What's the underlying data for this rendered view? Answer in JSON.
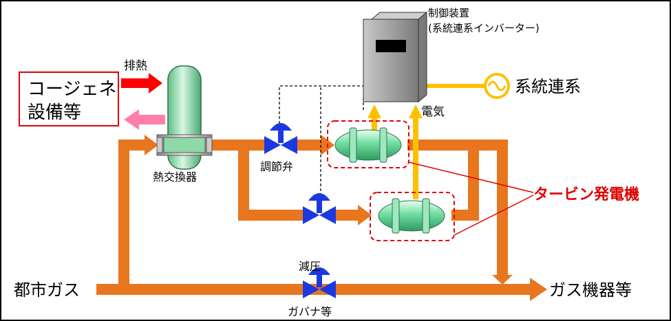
{
  "labels": {
    "cogeneration": [
      "コージェネ",
      "設備等"
    ],
    "waste_heat": "排熱",
    "heat_exchanger": "熱交換器",
    "control_valve": "調節弁",
    "control_device": [
      "制御装置",
      "(系統連系インバーター)"
    ],
    "grid": "系統連系",
    "electricity": "電気",
    "turbine_generator": "タービン発電機",
    "pressure_reducing": "減圧",
    "governor": "ガバナ等",
    "city_gas": "都市ガス",
    "gas_equipment": "ガス機器等"
  },
  "colors": {
    "pipe": "#e8761e",
    "valve": "#1c39e0",
    "electric": "#ffc000",
    "heat_out": "#ff0000",
    "heat_return": "#ff7fa8",
    "turbine": "#6fdca0",
    "vessel": "#8fd9a8",
    "cabinet": "#9a9a9a",
    "callout": "#e00000"
  }
}
